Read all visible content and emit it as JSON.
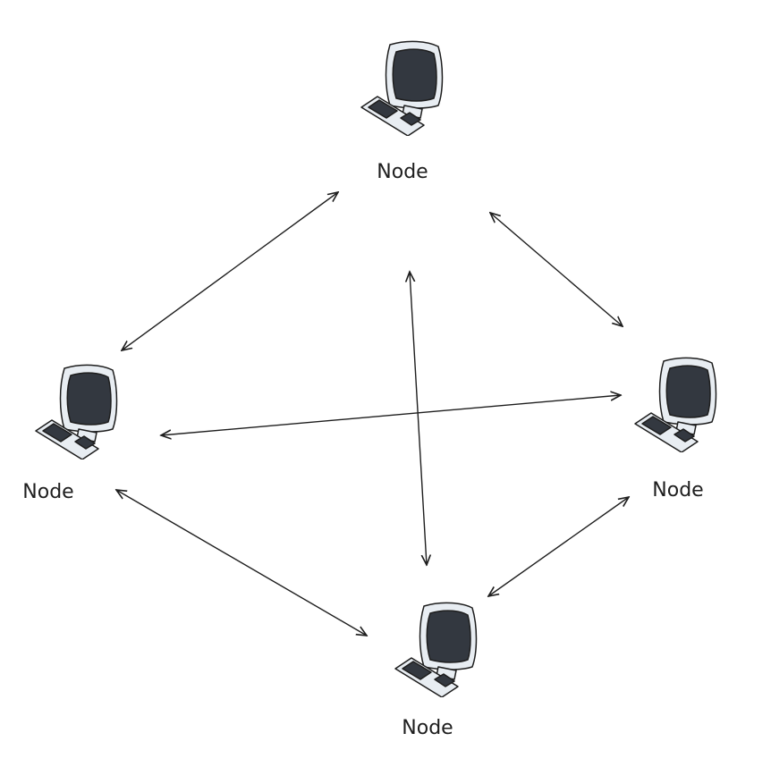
{
  "diagram": {
    "type": "network",
    "nodes": [
      {
        "id": "top",
        "label": "Node",
        "icon": "computer-icon"
      },
      {
        "id": "left",
        "label": "Node",
        "icon": "computer-icon"
      },
      {
        "id": "right",
        "label": "Node",
        "icon": "computer-icon"
      },
      {
        "id": "bottom",
        "label": "Node",
        "icon": "computer-icon"
      }
    ],
    "edges": [
      {
        "from": "top",
        "to": "left",
        "direction": "both"
      },
      {
        "from": "top",
        "to": "right",
        "direction": "both"
      },
      {
        "from": "top",
        "to": "bottom",
        "direction": "both"
      },
      {
        "from": "left",
        "to": "right",
        "direction": "both"
      },
      {
        "from": "left",
        "to": "bottom",
        "direction": "both"
      },
      {
        "from": "right",
        "to": "bottom",
        "direction": "both"
      }
    ]
  },
  "colors": {
    "line": "#1e1e1e",
    "monitor_screen": "#333840",
    "monitor_body": "#e8edf2",
    "outline": "#1e1e1e"
  }
}
